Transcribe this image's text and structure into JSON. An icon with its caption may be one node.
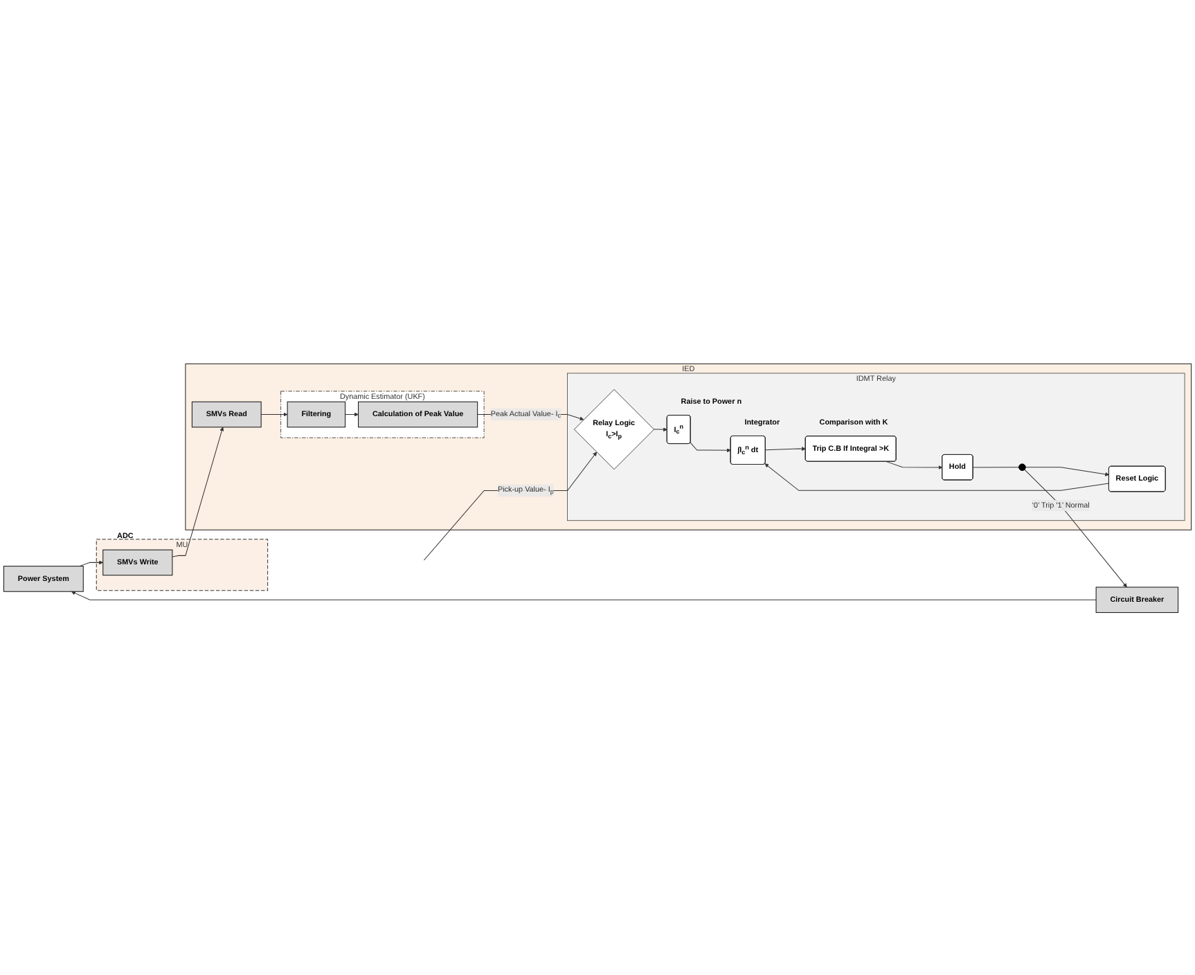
{
  "diagram": {
    "nodes": [
      {
        "text": [
          "Power System"
        ]
      },
      {
        "text": [
          "MU"
        ]
      },
      {
        "text": [
          "SMVs Write"
        ],
        "in": 1,
        "beside": [
          "ADC"
        ]
      },
      {
        "text": [
          "IED"
        ]
      },
      {
        "text": [
          "SMVs Read"
        ],
        "in": 3
      },
      {
        "text": [
          "Dynamic Estimator (UKF)"
        ],
        "in": 3
      },
      {
        "text": [
          "Filtering"
        ],
        "in": 5
      },
      {
        "text": [
          "Calculation of Peak Value"
        ],
        "in": 5
      },
      {
        "text": [
          "IDMT Relay"
        ],
        "in": 3
      },
      {
        "text": [
          "Relay Logic",
          "I$_{c}$>I$_{p}$"
        ],
        "in": 8
      },
      {
        "text": [
          "I$_{c}$$^{n}$"
        ],
        "in": 8,
        "beside": [
          "Raise to Power n"
        ]
      },
      {
        "text": [
          "∫I$_{c}$$^{n}$ dt"
        ],
        "in": 8,
        "beside": [
          "Integrator"
        ]
      },
      {
        "text": [
          "Trip C.B If Integral >K"
        ],
        "in": 8,
        "beside": [
          "Comparison with K"
        ]
      },
      {
        "text": [
          "Hold"
        ],
        "in": 8
      },
      {
        "text": [
          "Reset Logic"
        ],
        "in": 8
      },
      {
        "text": [],
        "shape": "circle",
        "in": 8
      },
      {
        "text": [
          "Circuit Breaker"
        ]
      }
    ],
    "edges": [
      {
        "from": 0,
        "to": 2,
        "arrow": "to"
      },
      {
        "from": 2,
        "to": 4,
        "arrow": "to"
      },
      {
        "from": 4,
        "to": 6,
        "arrow": "to"
      },
      {
        "from": 6,
        "to": 7,
        "arrow": "to"
      },
      {
        "from": 7,
        "to": 9,
        "arrow": "to",
        "label": "Peak Actual Value- I$_{c}$"
      },
      {
        "from": null,
        "to": 9,
        "arrow": "to",
        "label": "Pick-up Value- I$_{p}$"
      },
      {
        "from": 9,
        "to": 10,
        "arrow": "to"
      },
      {
        "from": 10,
        "to": 11,
        "arrow": "to"
      },
      {
        "from": 11,
        "to": 12,
        "arrow": "to"
      },
      {
        "from": 12,
        "to": 13,
        "arrow": "to"
      },
      {
        "from": 13,
        "to": 15,
        "arrow": "none"
      },
      {
        "from": 15,
        "to": 16,
        "arrow": "to",
        "label": "‘0’ Trip ‘1’ Normal"
      },
      {
        "from": 16,
        "to": 0,
        "arrow": "to"
      },
      {
        "from": 15,
        "to": 14,
        "arrow": "to"
      },
      {
        "from": 14,
        "to": 11,
        "arrow": "to"
      }
    ]
  }
}
